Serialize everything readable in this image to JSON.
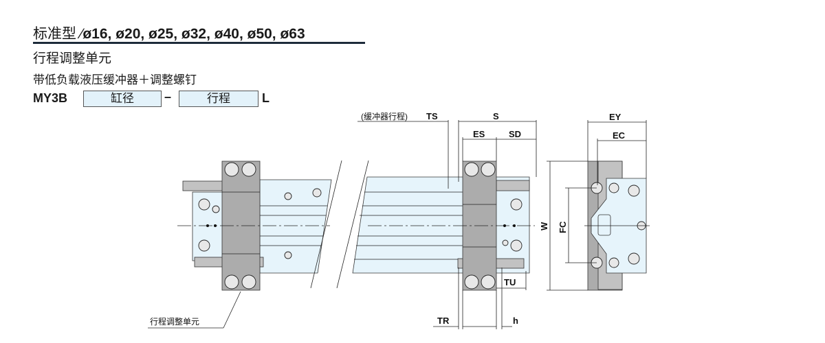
{
  "header": {
    "title_prefix": "标准型 ∕",
    "title_bores": "ø16, ø20, ø25, ø32, ø40, ø50, ø63",
    "subtitle": "行程调整单元",
    "description": "带低负载液压缓冲器＋调整螺钉"
  },
  "model_code": {
    "prefix": "MY3B",
    "bore_field": "缸径",
    "separator": "–",
    "stroke_field": "行程",
    "suffix": "L"
  },
  "dimensions": {
    "ts_note": "(缓冲器行程)",
    "ts": "TS",
    "s": "S",
    "es": "ES",
    "sd": "SD",
    "ey": "EY",
    "ec": "EC",
    "w": "W",
    "fc": "FC",
    "tu": "TU",
    "tr": "TR",
    "h": "h"
  },
  "callout": "行程调整单元",
  "colors": {
    "body": "#e6f4fb",
    "unit": "#acacac",
    "field": "#e3f2fa"
  }
}
